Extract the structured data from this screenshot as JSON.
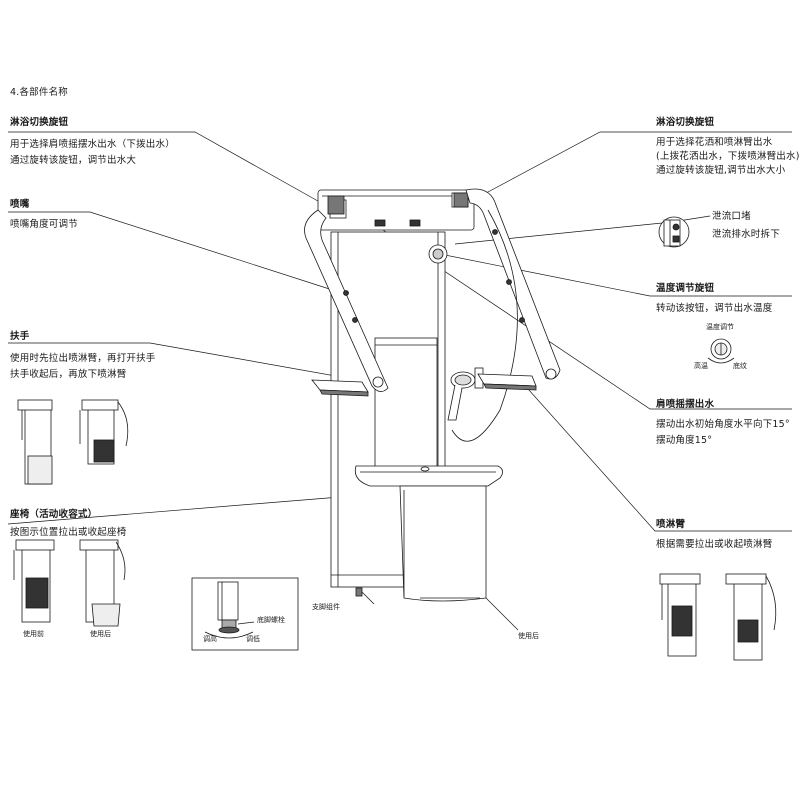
{
  "section_title": "4.各部件名称",
  "labels": {
    "shower_switch_left": {
      "title": "淋浴切换旋钮",
      "lines": [
        "用于选择肩喷摇摆水出水（下拨出水）",
        "通过旋转该旋钮，调节出水大"
      ]
    },
    "nozzle": {
      "title": "喷嘴",
      "lines": [
        "喷嘴角度可调节"
      ]
    },
    "armrest": {
      "title": "扶手",
      "lines": [
        "使用时先拉出喷淋臂，再打开扶手",
        "扶手收起后，再放下喷淋臂"
      ]
    },
    "seat": {
      "title": "座椅（活动收容式）",
      "lines": [
        "按图示位置拉出或收起座椅"
      ]
    },
    "shower_switch_right": {
      "title": "淋浴切换旋钮",
      "lines": [
        "用于选择花洒和喷淋臂出水",
        "(上拨花洒出水，下拨喷淋臂出水)",
        "通过旋转该旋钮,调节出水大小"
      ]
    },
    "drain_plug_title": "泄流口堵",
    "drain_plug_desc": "泄流排水时拆下",
    "temp_knob": {
      "title": "温度调节旋钮",
      "lines": [
        "转动该按钮，调节出水温度"
      ]
    },
    "shoulder_spray": {
      "title": "肩喷摇摆出水",
      "lines": [
        "摆动出水初始角度水平向下15°",
        "摆动角度15°"
      ]
    },
    "spray_arm": {
      "title": "喷淋臂",
      "lines": [
        "根据需要拉出或收起喷淋臂"
      ]
    }
  },
  "dial": {
    "title": "温度调节",
    "left": "高温",
    "right": "底纹"
  },
  "foot": {
    "bolt": "底脚螺栓",
    "raise": "调高",
    "lower": "调低",
    "support": "支脚组件"
  },
  "captions": {
    "before": "使用前",
    "after_left": "使用后",
    "after_main": "使用后"
  },
  "colors": {
    "line": "#1a1a1a",
    "fill": "#ffffff",
    "shade": "#b8b8b8",
    "dark": "#4a4a4a"
  }
}
